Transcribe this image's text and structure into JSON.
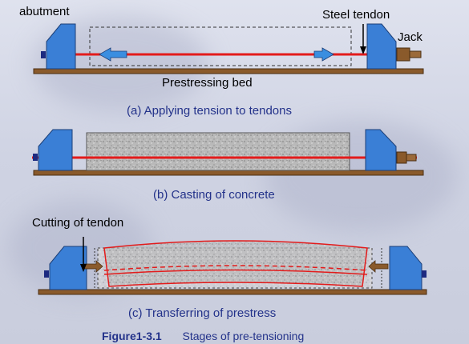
{
  "labels": {
    "abutment": "abutment",
    "steel_tendon": "Steel tendon",
    "jack": "Jack",
    "prestressing_bed": "Prestressing bed",
    "cutting_of_tendon": "Cutting of tendon"
  },
  "captions": {
    "a": "(a) Applying tension to tendons",
    "b": "(b) Casting of concrete",
    "c": "(c) Transferring of prestress"
  },
  "figure": {
    "number": "Figure1-3.1",
    "title": "Stages of pre-tensioning"
  },
  "colors": {
    "abutment": "#3a7fd6",
    "tendon": "#e31b1b",
    "bed": "#8a5a2b",
    "jack": "#8a5a2b",
    "arrow": "#3a8ee0",
    "caption": "#23328a"
  }
}
